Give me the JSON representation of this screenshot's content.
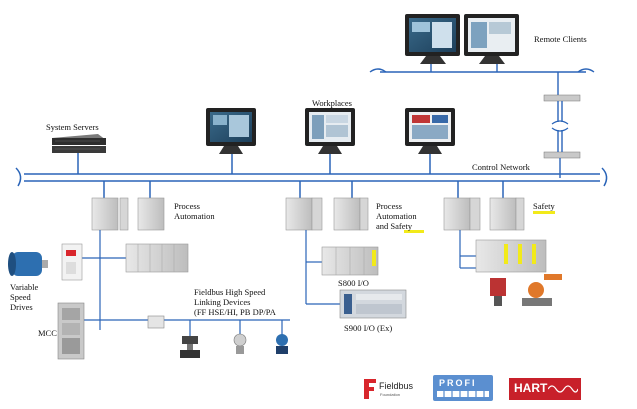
{
  "labels": {
    "remote_clients": "Remote Clients",
    "system_servers": "System Servers",
    "workplaces": "Workplaces",
    "control_network": "Control Network",
    "process_automation_line1": "Process",
    "process_automation_line2": "Automation",
    "pas_line1": "Process",
    "pas_line2": "Automation",
    "pas_line3": "and Safety",
    "safety": "Safety",
    "variable_speed_drives_line1": "Variable",
    "variable_speed_drives_line2": "Speed",
    "variable_speed_drives_line3": "Drives",
    "mcc": "MCC",
    "fieldbus_line1": "Fieldbus High Speed",
    "fieldbus_line2": "Linking Devices",
    "fieldbus_line3": "(FF HSE/HI, PB DP/PA",
    "s800": "S800 I/O",
    "s900": "S900 I/O (Ex)"
  },
  "logos": {
    "fieldbus": "Fieldbus",
    "fieldbus_sub": "Foundation",
    "profibus": "PROFI",
    "hart": "HART"
  },
  "colors": {
    "network": "#2a64b8",
    "highlight": "#f2ea1a",
    "logo_red": "#d8262c",
    "profibus_blue": "#5b8fd0",
    "hart_red": "#c8202a"
  }
}
